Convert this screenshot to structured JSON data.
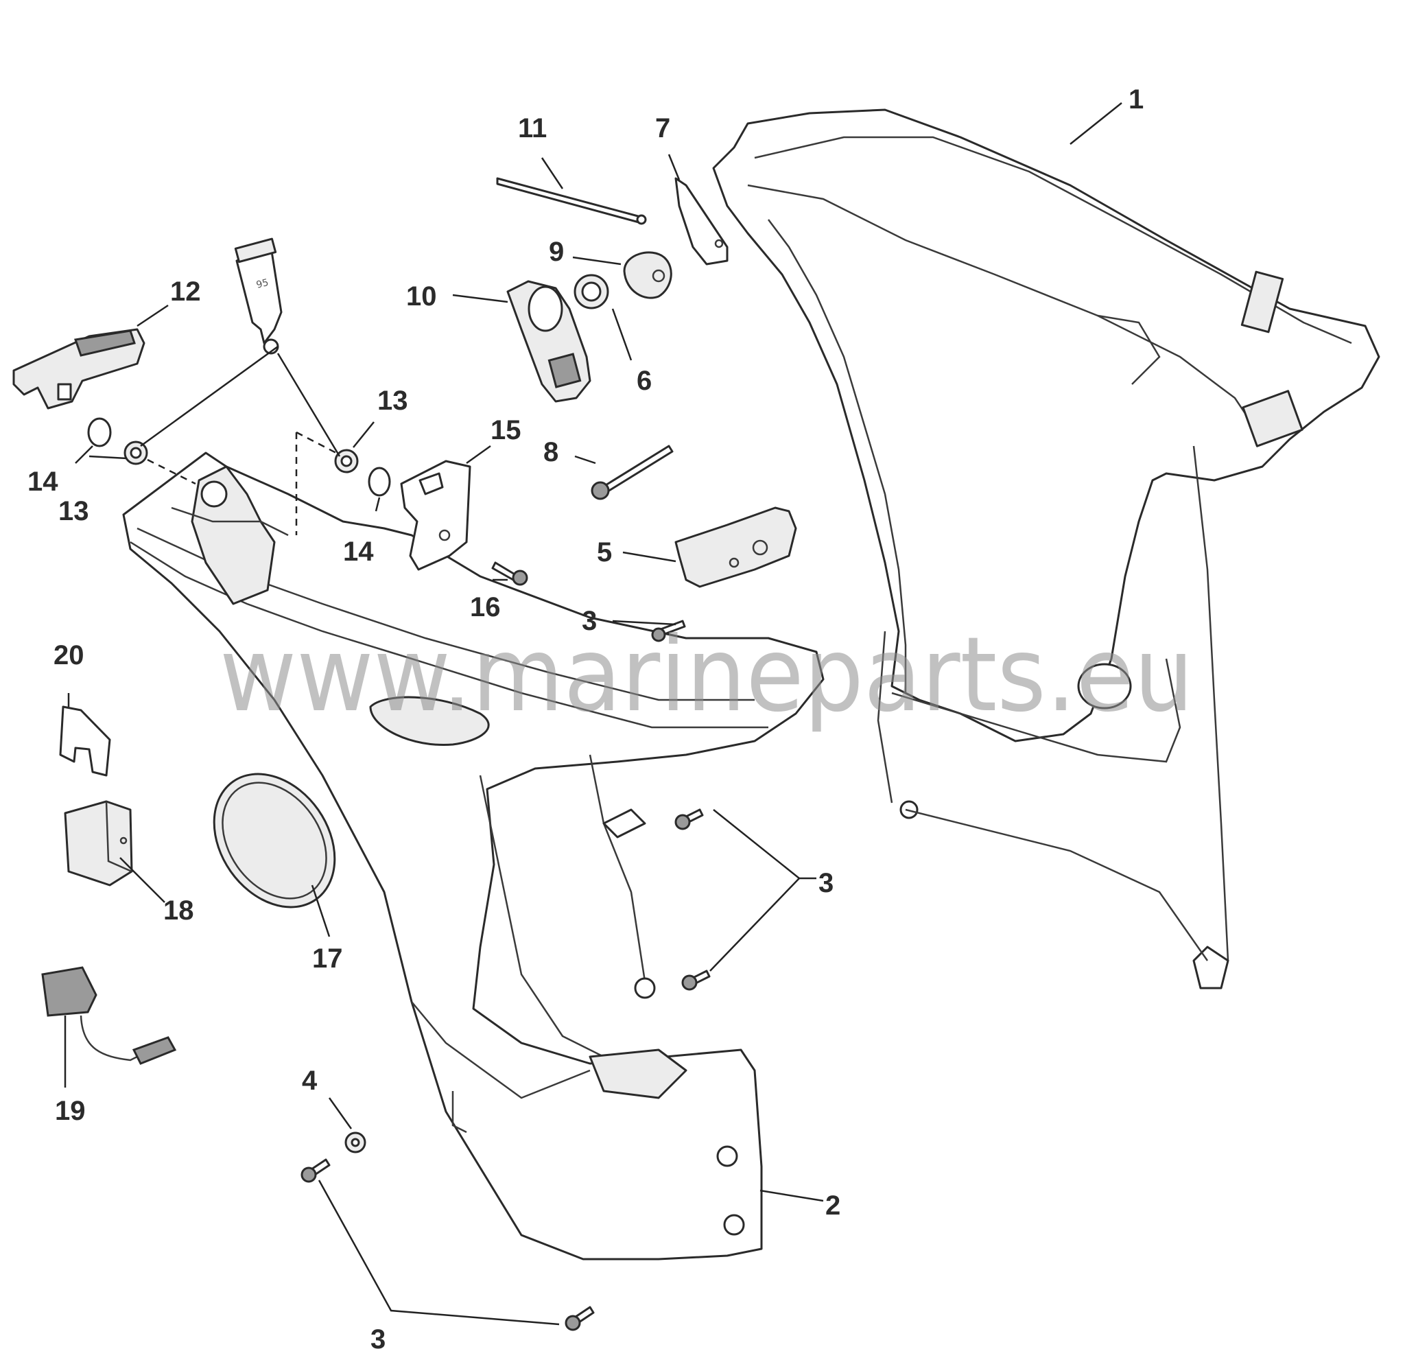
{
  "watermark": "www.marineparts.eu",
  "tube_label": "95",
  "callouts": {
    "c1": "1",
    "c2": "2",
    "c3a": "3",
    "c3b": "3",
    "c3c": "3",
    "c4": "4",
    "c5": "5",
    "c6": "6",
    "c7": "7",
    "c8": "8",
    "c9": "9",
    "c10": "10",
    "c11": "11",
    "c12": "12",
    "c13a": "13",
    "c13b": "13",
    "c14a": "14",
    "c14b": "14",
    "c15": "15",
    "c16": "16",
    "c17": "17",
    "c18": "18",
    "c19": "19",
    "c20": "20"
  },
  "colors": {
    "line": "#2a2a2a",
    "watermark": "#8f8f8f",
    "shade": "#ececec"
  }
}
